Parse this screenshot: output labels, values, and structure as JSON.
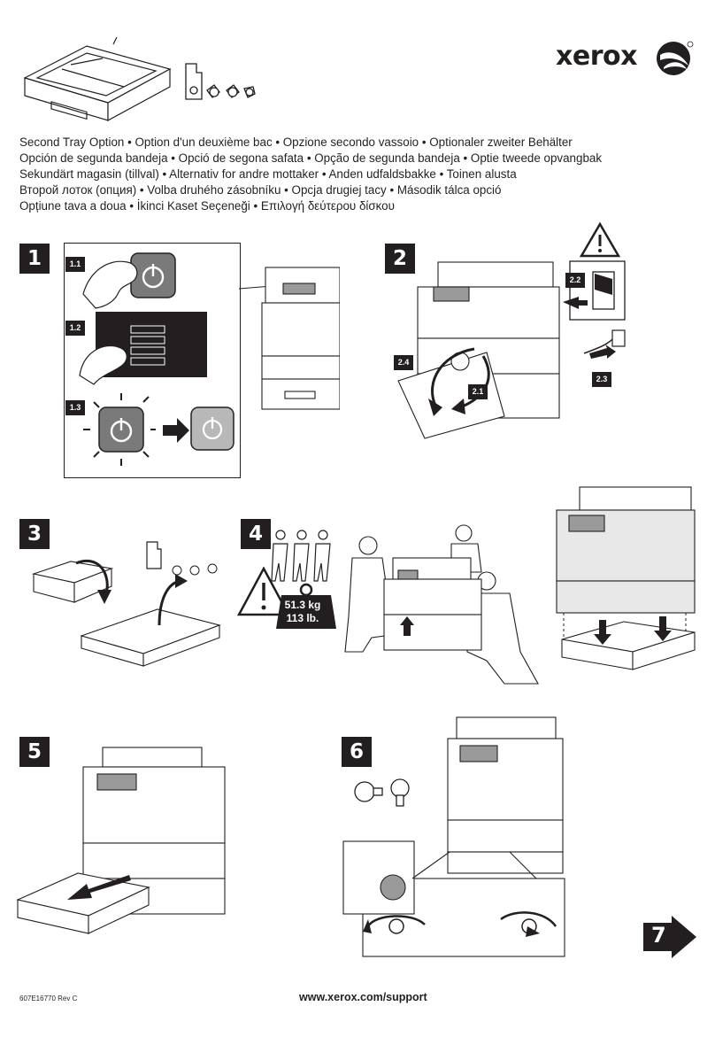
{
  "brand": {
    "name": "xerox",
    "color": "#231f20"
  },
  "title_lines": [
    "Second Tray Option  •  Option d'un deuxième bac  •  Opzione secondo vassoio  •  Optionaler zweiter Behälter",
    "Opción de segunda bandeja  •  Opció de segona safata  •  Opção de segunda bandeja  •  Optie tweede opvangbak",
    "Sekundärt magasin (tillval)  •  Alternativ for andre mottaker  •  Anden udfaldsbakke  •  Toinen alusta",
    "Второй лоток (опция)  •  Volba druhého zásobníku  •  Opcja drugiej tacy  •  Második tálca opció",
    "Opțiune tava a doua  •  İkinci Kaset Seçeneği  •  Επιλογή δεύτερου δίσκου"
  ],
  "steps": [
    "1",
    "2",
    "3",
    "4",
    "5",
    "6",
    "7"
  ],
  "substeps": {
    "s1_1": "1.1",
    "s1_2": "1.2",
    "s1_3": "1.3",
    "s2_1": "2.1",
    "s2_2": "2.2",
    "s2_3": "2.3",
    "s2_4": "2.4"
  },
  "weight": {
    "kg": "51.3 kg",
    "lb": "113 lb."
  },
  "footer": {
    "doc_id": "607E16770 Rev C",
    "url": "www.xerox.com/support"
  }
}
